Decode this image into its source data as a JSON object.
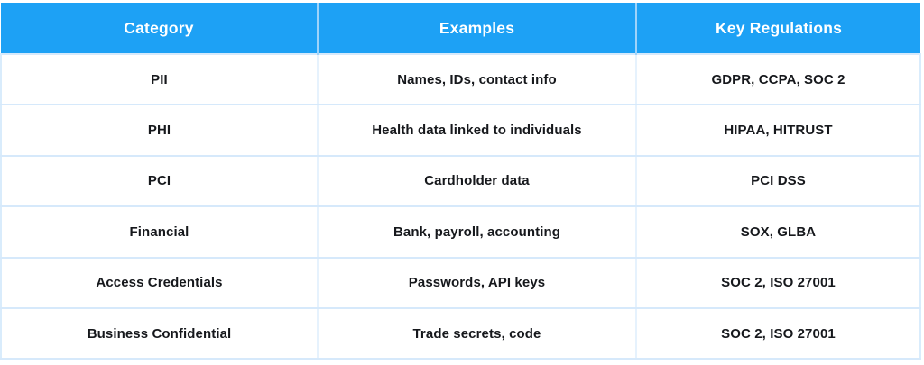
{
  "table": {
    "columns": [
      {
        "key": "category",
        "label": "Category"
      },
      {
        "key": "examples",
        "label": "Examples"
      },
      {
        "key": "regulations",
        "label": "Key Regulations"
      }
    ],
    "rows": [
      {
        "category": "PII",
        "examples": "Names, IDs, contact info",
        "regulations": "GDPR, CCPA, SOC 2"
      },
      {
        "category": "PHI",
        "examples": "Health data linked to individuals",
        "regulations": "HIPAA, HITRUST"
      },
      {
        "category": "PCI",
        "examples": "Cardholder data",
        "regulations": "PCI DSS"
      },
      {
        "category": "Financial",
        "examples": "Bank, payroll, accounting",
        "regulations": "SOX, GLBA"
      },
      {
        "category": "Access Credentials",
        "examples": "Passwords, API keys",
        "regulations": "SOC 2, ISO 27001"
      },
      {
        "category": "Business Confidential",
        "examples": "Trade secrets, code",
        "regulations": "SOC 2, ISO 27001"
      }
    ],
    "colors": {
      "header_background": "#1da1f5",
      "header_text": "#ffffff",
      "body_text": "#16181c",
      "border": "#d6e9fb",
      "body_background": "#ffffff"
    }
  }
}
